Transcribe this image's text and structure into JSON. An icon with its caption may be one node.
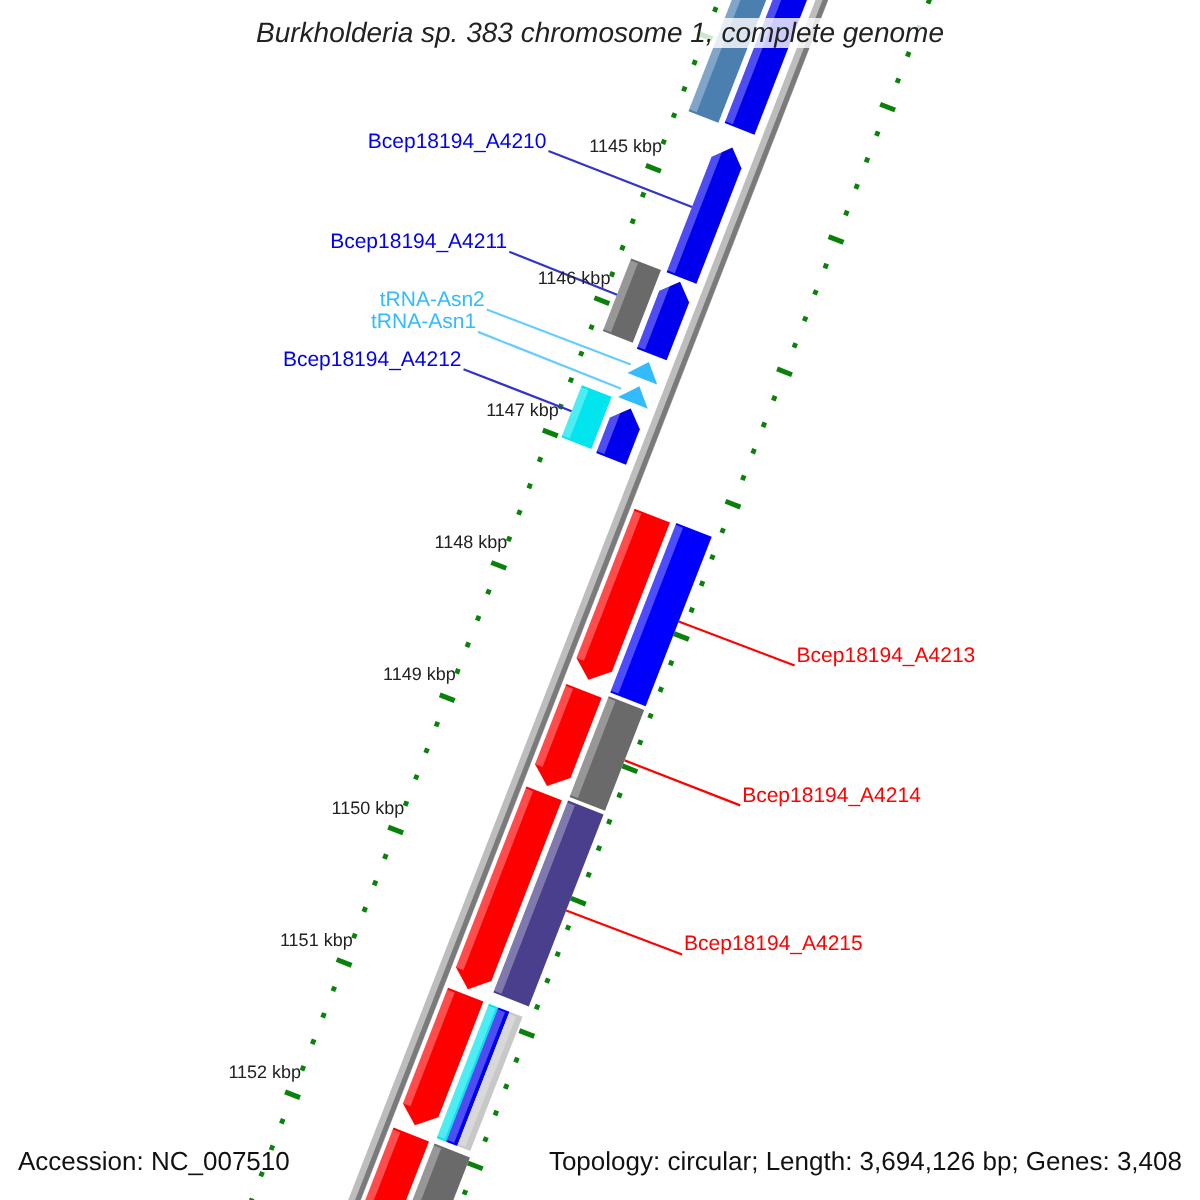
{
  "diagram": {
    "title": "Burkholderia sp. 383 chromosome 1, complete genome",
    "nodes": [
      {
        "text": [
          "Bcep18194_A4210"
        ]
      },
      {
        "text": [
          "Bcep18194_A4211"
        ]
      },
      {
        "text": [
          "tRNA-Asn2"
        ]
      },
      {
        "text": [
          "tRNA-Asn1"
        ]
      },
      {
        "text": [
          "Bcep18194_A4212"
        ]
      },
      {
        "text": [
          "Bcep18194_A4213"
        ]
      },
      {
        "text": [
          "Bcep18194_A4214"
        ]
      },
      {
        "text": [
          "Bcep18194_A4215"
        ]
      },
      {
        "text": [],
        "shape": "arrow"
      },
      {
        "text": [],
        "shape": "bar"
      },
      {
        "text": [],
        "shape": "triangle"
      },
      {
        "text": [],
        "shape": "triangle"
      },
      {
        "text": [],
        "shape": "bar"
      },
      {
        "text": [],
        "shape": "bar"
      },
      {
        "text": [],
        "shape": "bar"
      },
      {
        "text": [],
        "shape": "bar"
      }
    ],
    "edges": [
      {
        "from": 0,
        "to": 8,
        "arrow": "none",
        "color": "#3333cc"
      },
      {
        "from": 1,
        "to": 9,
        "arrow": "none",
        "color": "#3333cc"
      },
      {
        "from": 2,
        "to": 10,
        "arrow": "none",
        "color": "#66ccff"
      },
      {
        "from": 3,
        "to": 11,
        "arrow": "none",
        "color": "#66ccff"
      },
      {
        "from": 4,
        "to": 12,
        "arrow": "none",
        "color": "#3333cc"
      },
      {
        "from": 5,
        "to": 13,
        "arrow": "none",
        "color": "#ff0000"
      },
      {
        "from": 6,
        "to": 14,
        "arrow": "none",
        "color": "#ff0000"
      },
      {
        "from": 7,
        "to": 15,
        "arrow": "none",
        "color": "#ff0000"
      }
    ],
    "labels": [
      "1145 kbp",
      "1146 kbp",
      "1147 kbp",
      "1148 kbp",
      "1149 kbp",
      "1150 kbp",
      "1151 kbp",
      "1152 kbp",
      "Accession: NC_007510",
      "Topology: circular; Length: 3,694,126 bp; Genes: 3,408"
    ]
  }
}
